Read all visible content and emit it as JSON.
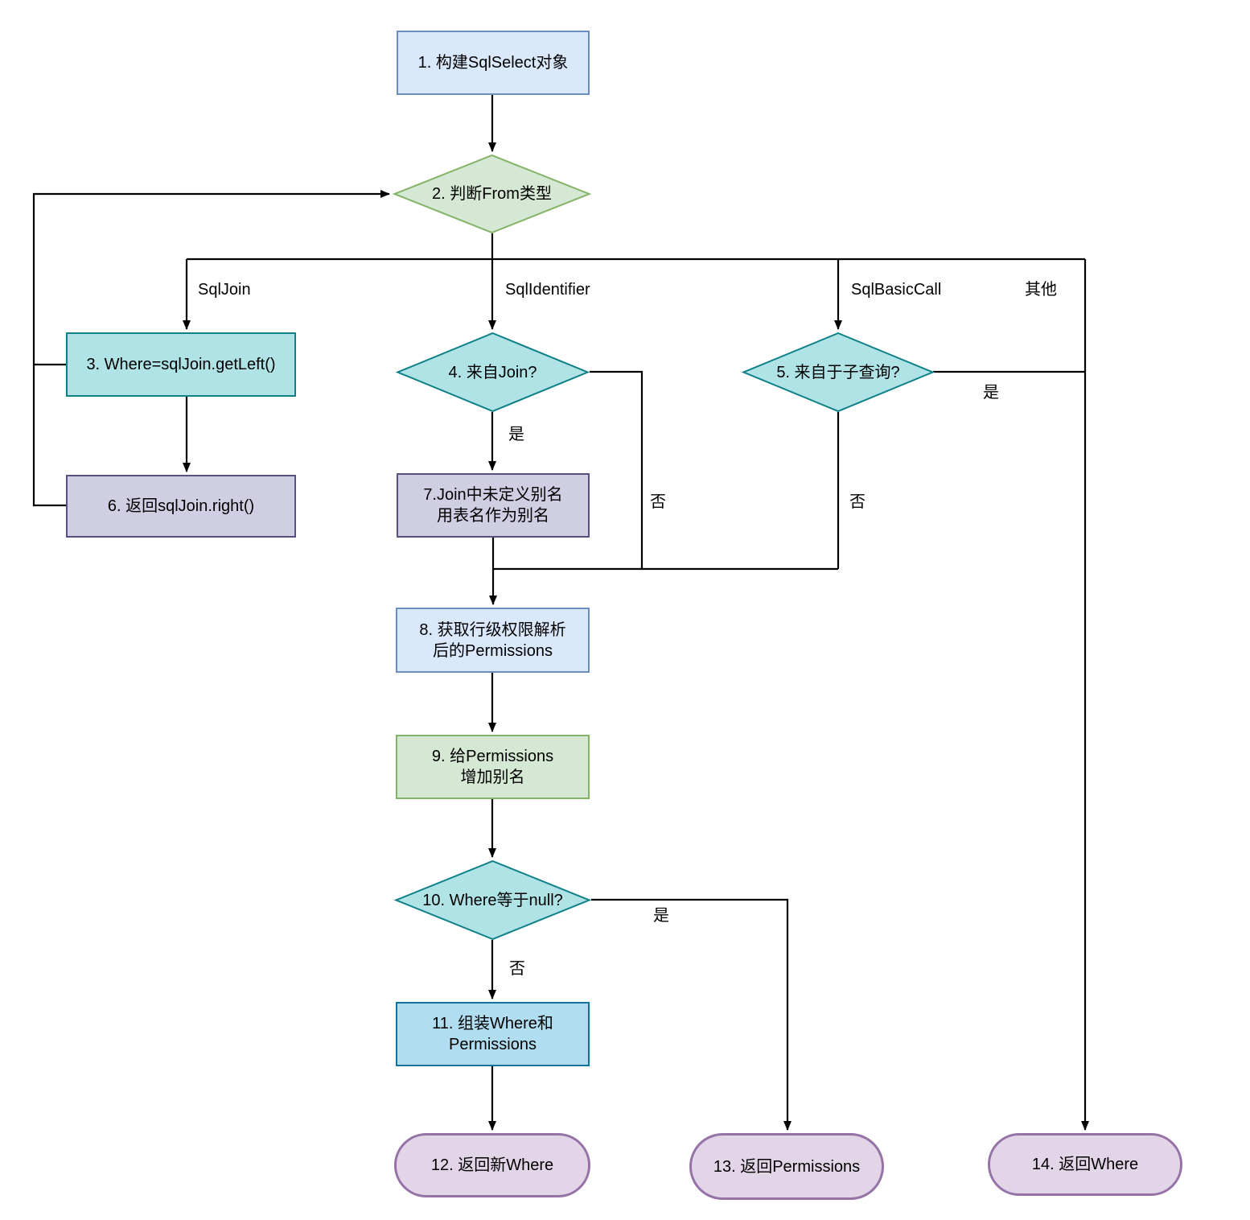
{
  "nodes": {
    "n1": {
      "label": "1. 构建SqlSelect对象"
    },
    "n2": {
      "label": "2. 判断From类型"
    },
    "n3": {
      "label": "3. Where=sqlJoin.getLeft()"
    },
    "n4": {
      "label": "4. 来自Join?"
    },
    "n5": {
      "label": "5. 来自于子查询?"
    },
    "n6": {
      "label": "6. 返回sqlJoin.right()"
    },
    "n7": {
      "label": "7.Join中未定义别名\n用表名作为别名"
    },
    "n8": {
      "label": "8. 获取行级权限解析\n后的Permissions"
    },
    "n9": {
      "label": "9. 给Permissions\n增加别名"
    },
    "n10": {
      "label": "10. Where等于null?"
    },
    "n11": {
      "label": "11. 组装Where和\nPermissions"
    },
    "n12": {
      "label": "12. 返回新Where"
    },
    "n13": {
      "label": "13. 返回Permissions"
    },
    "n14": {
      "label": "14. 返回Where"
    }
  },
  "edge_labels": {
    "sqljoin": "SqlJoin",
    "sqlidentifier": "SqlIdentifier",
    "sqlbasiccall": "SqlBasicCall",
    "other": "其他",
    "yes4": "是",
    "no4": "否",
    "yes5": "是",
    "no5": "否",
    "yes10": "是",
    "no10": "否"
  },
  "colors": {
    "background": "#ffffff",
    "line": "#000000",
    "blue_fill": "#dae8fc",
    "blue_stroke": "#6c8ebf",
    "green_fill": "#d5e8d4",
    "green_stroke": "#82b366",
    "teal_fill": "#b0e3e6",
    "teal_stroke": "#0e8088",
    "purplegray_fill": "#d0cee2",
    "purplegray_stroke": "#56517e",
    "midblue_fill": "#b1ddf0",
    "midblue_stroke": "#10739e",
    "lavender_fill": "#e1d5e7",
    "lavender_stroke": "#9673a6"
  }
}
